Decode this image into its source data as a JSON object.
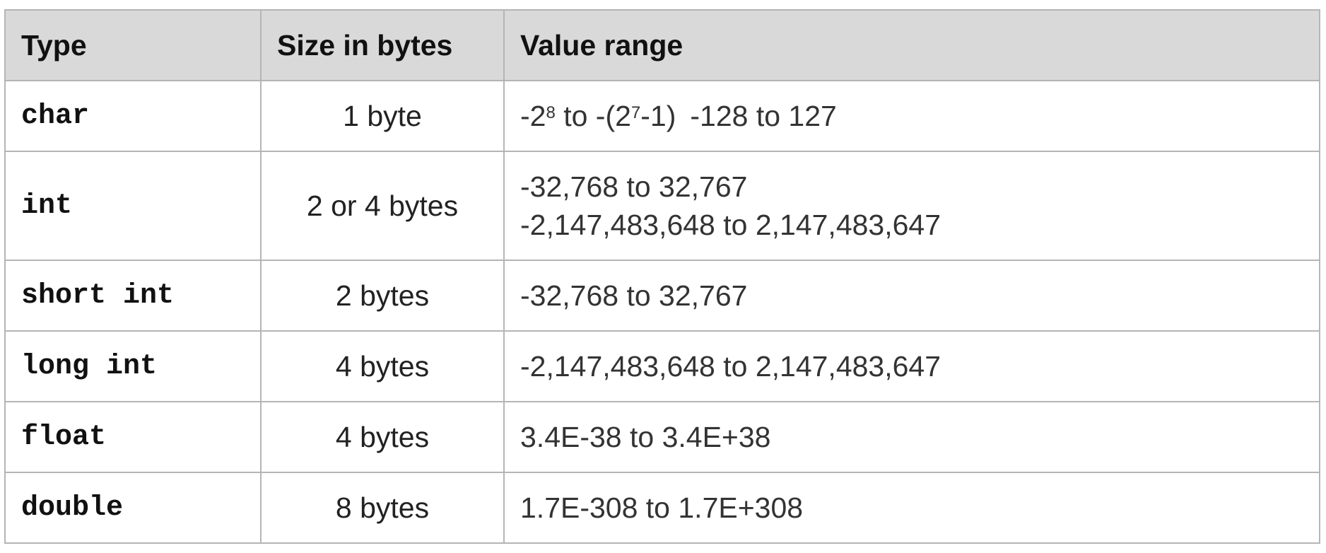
{
  "table": {
    "headers": [
      "Type",
      "Size in bytes",
      "Value range"
    ],
    "rows": [
      {
        "type": "char",
        "size": "1 byte",
        "range": {
          "part1_base": "-2",
          "part1_exp": "8",
          "part2_prefix": " to -(2",
          "part2_exp": "7",
          "part2_suffix": "-1)",
          "decimal": "-128 to 127"
        }
      },
      {
        "type": "int",
        "size": "2 or 4 bytes",
        "range_lines": [
          "-32,768 to 32,767",
          "-2,147,483,648 to 2,147,483,647"
        ]
      },
      {
        "type": "short int",
        "size": "2 bytes",
        "range": "-32,768 to 32,767"
      },
      {
        "type": "long int",
        "size": "4 bytes",
        "range": "-2,147,483,648 to 2,147,483,647"
      },
      {
        "type": "float",
        "size": "4 bytes",
        "range": "3.4E-38 to 3.4E+38"
      },
      {
        "type": "double",
        "size": "8 bytes",
        "range": "1.7E-308 to 1.7E+308"
      }
    ]
  }
}
